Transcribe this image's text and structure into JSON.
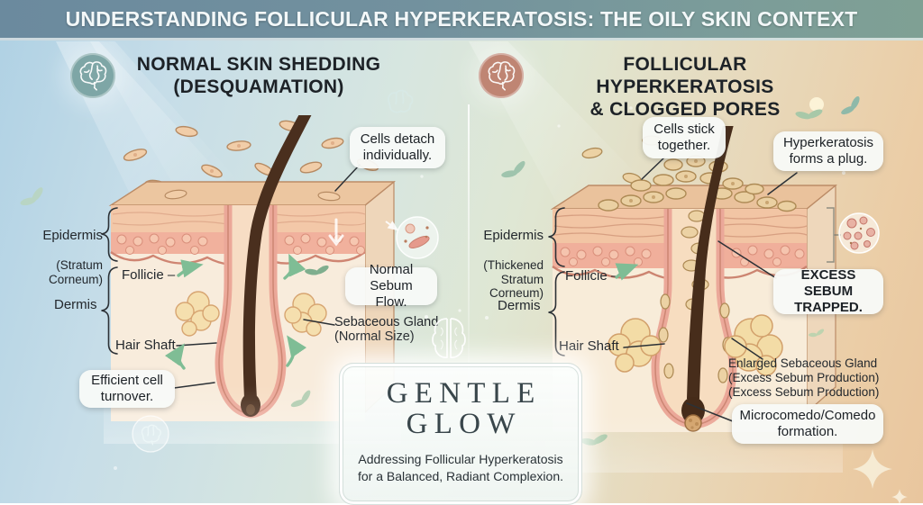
{
  "banner": {
    "title": "UNDERSTANDING FOLLICULAR HYPERKERATOSIS: THE OILY SKIN CONTEXT"
  },
  "left_panel": {
    "badge_icon": "brain-icon",
    "title_line1": "NORMAL SKIN SHEDDING",
    "title_line2": "(DESQUAMATION)",
    "labels": {
      "epidermis_name": "Epidermis",
      "epidermis_sub": "(Stratum\nCorneum)",
      "follicle": "Follicie –",
      "dermis": "Dermis",
      "hair_shaft": "Hair Shaft",
      "sebaceous_gland": "Sebaceous Gland\n(Normal Size)"
    },
    "callouts": {
      "cells_detach": "Cells detach\nindividually.",
      "normal_sebum": "Normal\nSebum Flow.",
      "efficient_turnover": "Efficient cell\nturnover."
    }
  },
  "right_panel": {
    "badge_icon": "brain-icon",
    "title_line1": "FOLLICULAR HYPERKERATOSIS",
    "title_line2": "& CLOGGED PORES",
    "labels": {
      "epidermis_name": "Epidermis",
      "epidermis_sub": "(Thickened\nStratum\nCorneum)",
      "follicle": "Follicie –",
      "dermis": "Dermis",
      "hair_shaft": "Hair Shaft",
      "enlarged_gland": "Enlarged Sebaceous Gland\n(Excess Sebum Production)\n(Excess Sebum Production)"
    },
    "callouts": {
      "cells_stick": "Cells stick\ntogether.",
      "plug": "Hyperkeratosis\nforms a plug.",
      "excess_sebum": "EXCESS SEBUM\nTRAPPED.",
      "microcomedo": "Microcomedo/Comedo\nformation."
    }
  },
  "brand": {
    "name_line1": "GENTLE",
    "name_line2": "GLOW",
    "tagline": "Addressing Follicular Hyperkeratosis\nfor a Balanced, Radiant Complexion."
  },
  "colors": {
    "banner_bg": "#71909E",
    "left_badge_bg": "#7EA6A6",
    "right_badge_bg": "#BF8573",
    "callout_bg": "#F7F9F7",
    "text_dark": "#20262B",
    "accent_green": "#7FBD95"
  }
}
